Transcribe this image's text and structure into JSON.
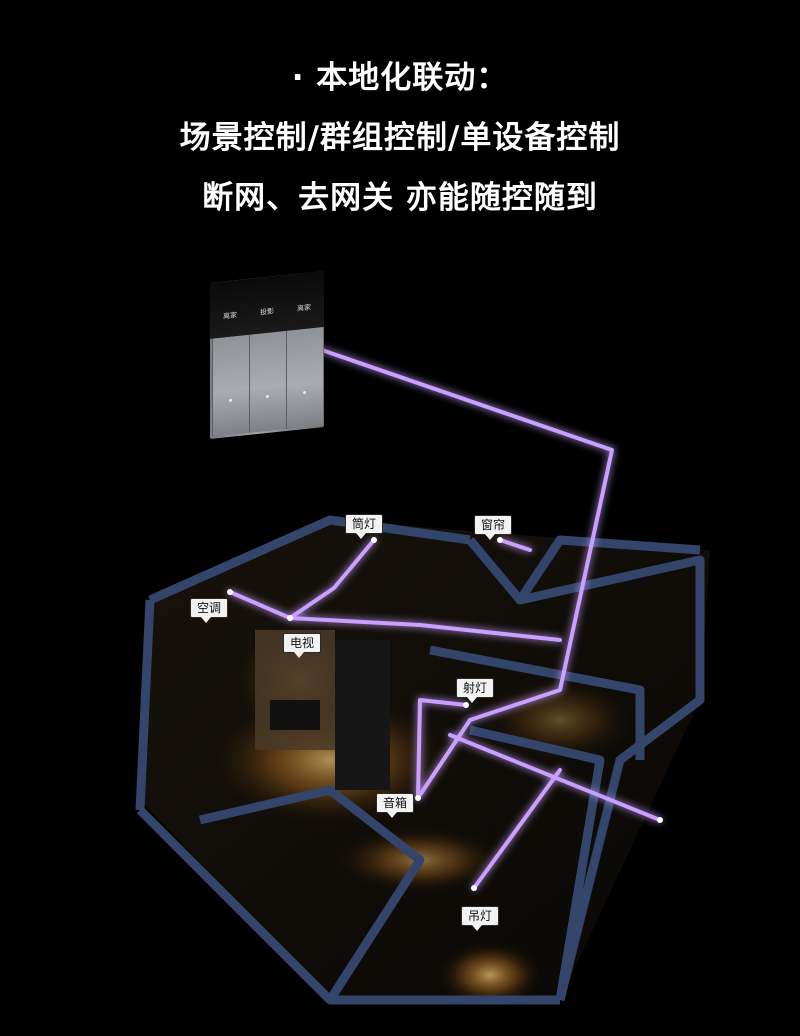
{
  "header": {
    "line1": "· 本地化联动：",
    "line2": "场景控制/群组控制/单设备控制",
    "line3": "断网、去网关 亦能随控随到"
  },
  "switch_panel": {
    "keys": [
      "离家",
      "投影",
      "离家"
    ]
  },
  "device_labels": {
    "downlight": "筒灯",
    "curtain": "窗帘",
    "ac": "空调",
    "tv": "电视",
    "spotlight": "射灯",
    "speaker": "音箱",
    "pendant": "吊灯"
  },
  "colors": {
    "background": "#000000",
    "link_line": "#c9a0ff",
    "link_glow": "#8a4dff",
    "floor_plan_wall": "#2b3a5c",
    "warm_light": "#f3b24a"
  }
}
